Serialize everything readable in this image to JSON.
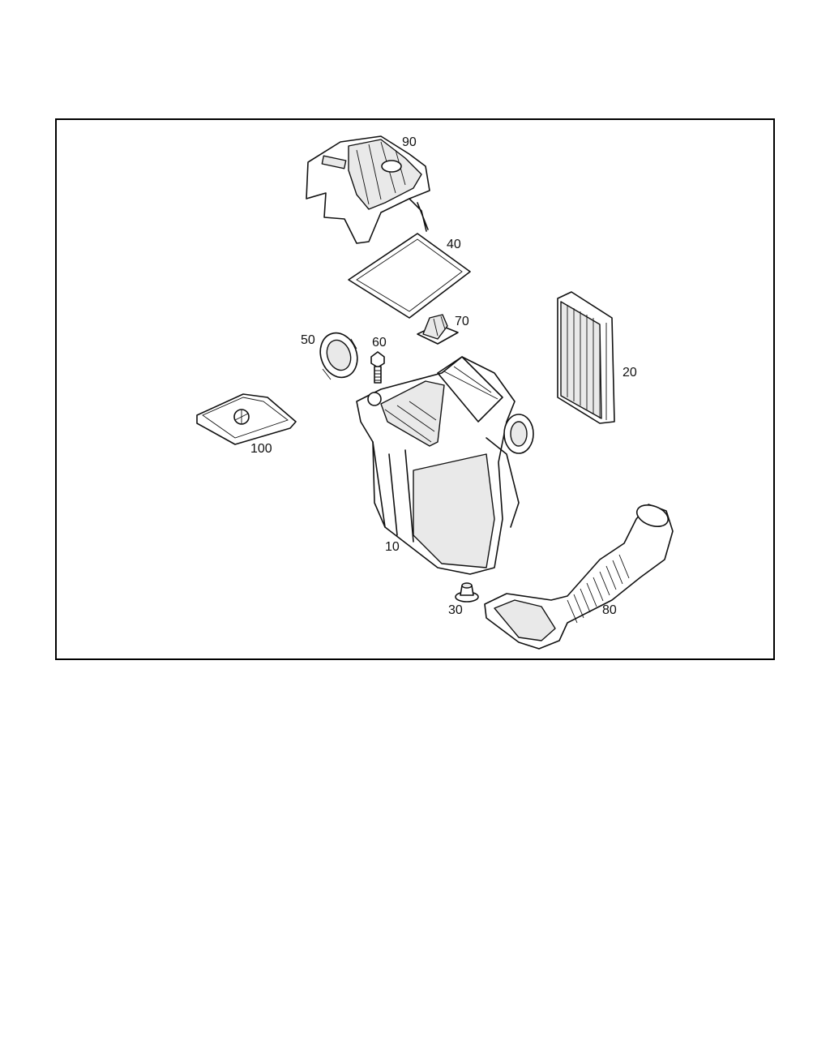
{
  "callouts": {
    "p10": "10",
    "p20": "20",
    "p30": "30",
    "p40": "40",
    "p50": "50",
    "p60": "60",
    "p70": "70",
    "p80": "80",
    "p90": "90",
    "p100": "100"
  }
}
